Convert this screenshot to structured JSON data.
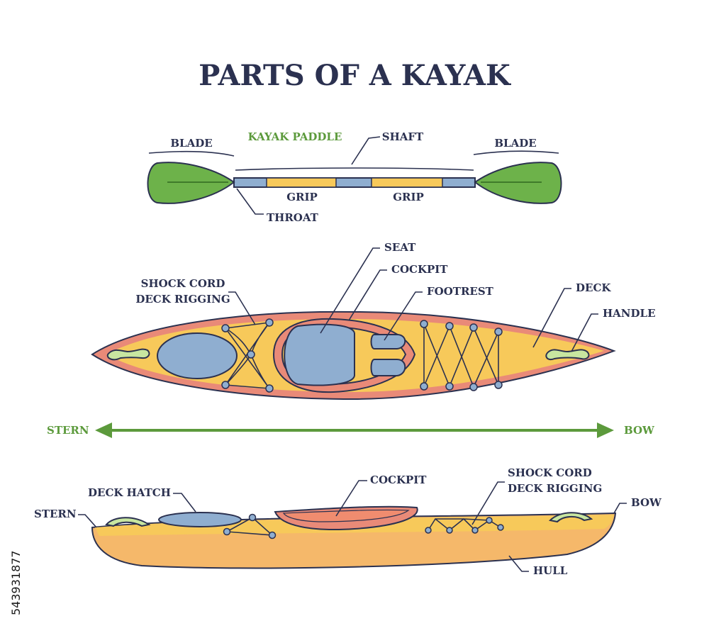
{
  "title": "PARTS OF A KAYAK",
  "paddle": {
    "heading": "KAYAK PADDLE",
    "blade_left": "BLADE",
    "blade_right": "BLADE",
    "shaft": "SHAFT",
    "grip_left": "GRIP",
    "grip_right": "GRIP",
    "throat": "THROAT"
  },
  "top_view": {
    "seat": "SEAT",
    "cockpit": "COCKPIT",
    "footrest": "FOOTREST",
    "deck": "DECK",
    "handle": "HANDLE",
    "shock_cord_line1": "SHOCK CORD",
    "shock_cord_line2": "DECK RIGGING"
  },
  "direction": {
    "stern": "STERN",
    "bow": "BOW"
  },
  "side_view": {
    "cockpit": "COCKPIT",
    "deck_hatch": "DECK HATCH",
    "stern": "STERN",
    "bow": "BOW",
    "hull": "HULL",
    "shock_cord_line1": "SHOCK CORD",
    "shock_cord_line2": "DECK RIGGING"
  },
  "watermark_id": "543931877",
  "colors": {
    "outline": "#2b3150",
    "green": "#5c9a3c",
    "blade_green": "#6db24a",
    "hull_orange": "#f5b86a",
    "deck_yellow": "#f7c95a",
    "rim_red": "#e98a78",
    "hatch_blue": "#8faed0"
  }
}
